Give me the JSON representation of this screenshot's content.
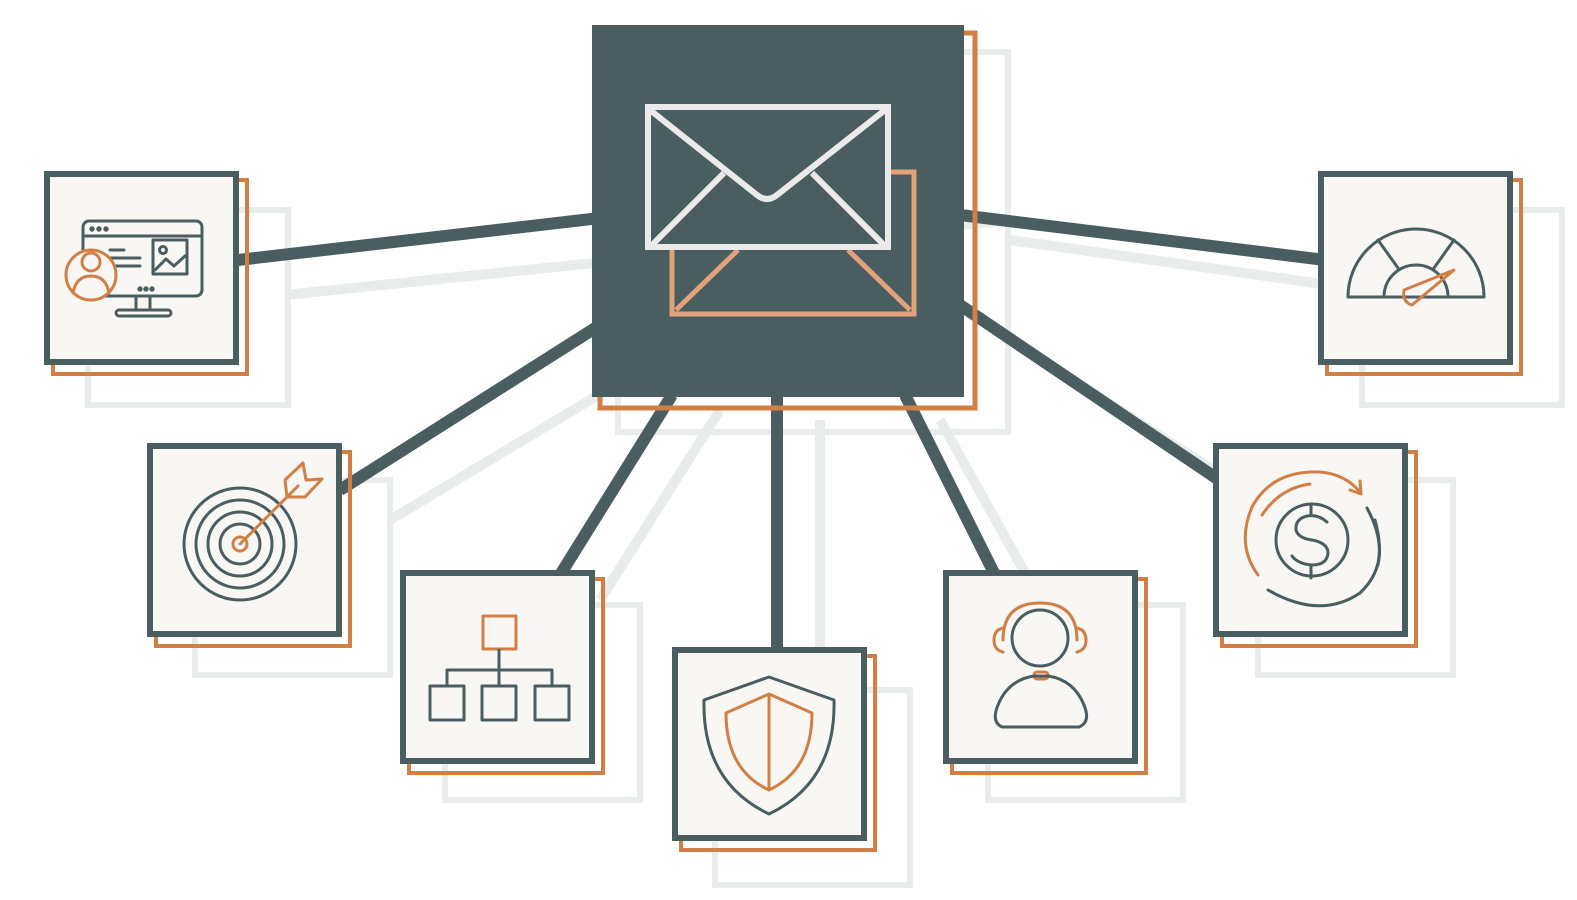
{
  "colors": {
    "slate": "#4a5d60",
    "orange": "#d27f45",
    "shadow": "#e8ecea",
    "tile": "#f8f7f4",
    "icon_light": "#eaeaea"
  },
  "center": {
    "icon": "envelope-icon"
  },
  "nodes": [
    {
      "id": "personalization",
      "icon": "user-monitor-icon"
    },
    {
      "id": "targeting",
      "icon": "target-arrow-icon"
    },
    {
      "id": "segmentation",
      "icon": "org-chart-icon"
    },
    {
      "id": "security",
      "icon": "shield-icon"
    },
    {
      "id": "support",
      "icon": "headset-agent-icon"
    },
    {
      "id": "revenue",
      "icon": "dollar-cycle-icon"
    },
    {
      "id": "performance",
      "icon": "speedometer-icon"
    }
  ]
}
